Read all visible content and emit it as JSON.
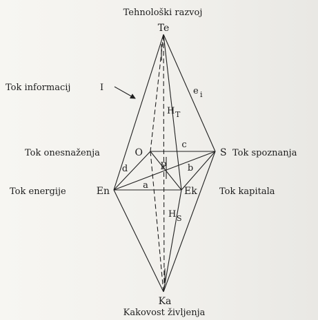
{
  "top_caption": "Tehnološki razvoj",
  "bottom_caption": "Kakovost življenja",
  "vertices": {
    "Te": "Te",
    "Ka": "Ka",
    "O": "O",
    "S": "S",
    "En": "En",
    "Ek": "Ek",
    "P": "P"
  },
  "flows": {
    "information": "Tok informacij",
    "information_mark": "I",
    "pollution": "Tok onesnaženja",
    "knowledge": "Tok spoznanja",
    "energy": "Tok energije",
    "capital": "Tok kapitala"
  },
  "edge_labels": {
    "a": "a",
    "b": "b",
    "c": "c",
    "d": "d",
    "e": "e",
    "e_sub": "i",
    "HT": "H",
    "HT_sub": "T",
    "HS": "H",
    "HS_sub": "S"
  },
  "colors": {
    "ink": "#1f1f1f",
    "paper": "#f3f2ee"
  }
}
